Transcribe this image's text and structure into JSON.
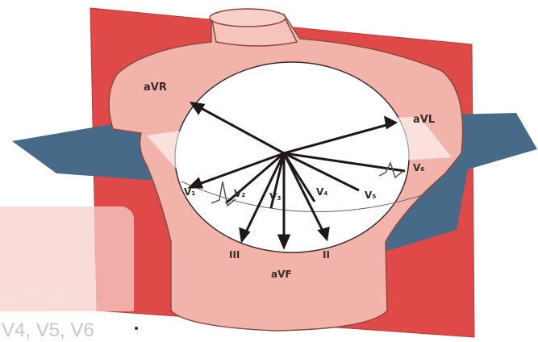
{
  "diagram": {
    "leads": {
      "avr": "aVR",
      "avl": "aVL",
      "v1": "V₁",
      "v2": "V₂",
      "v3": "V₃",
      "v4": "V₄",
      "v5": "V₅",
      "v6": "V₆",
      "ii": "II",
      "iii": "III",
      "avf": "aVF"
    },
    "colors": {
      "frontal_plane": "#df4a48",
      "horizontal_plane": "#466a87",
      "torso": "#f2b4aa",
      "circle": "#ffffff",
      "vectors": "#1e1818"
    }
  },
  "caption": {
    "line1": "rdiales: :",
    "line2": "V4, V5, V6"
  }
}
